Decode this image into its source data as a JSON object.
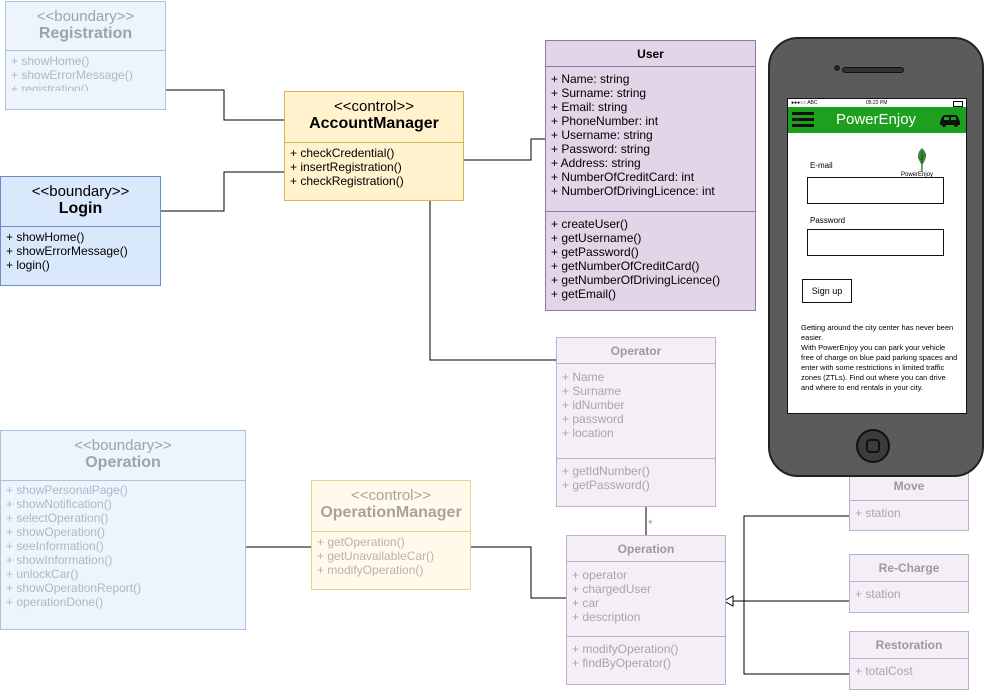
{
  "registration": {
    "stereotype": "<<boundary>>",
    "name": "Registration",
    "methods": [
      "+ showHome()",
      "+ showErrorMessage()",
      "+ registration()"
    ]
  },
  "login": {
    "stereotype": "<<boundary>>",
    "name": "Login",
    "methods": [
      "+ showHome()",
      "+ showErrorMessage()",
      "+ login()"
    ]
  },
  "account_manager": {
    "stereotype": "<<control>>",
    "name": "AccountManager",
    "methods": [
      "+ checkCredential()",
      "+ insertRegistration()",
      "+ checkRegistration()"
    ]
  },
  "user": {
    "name": "User",
    "attributes": [
      "+ Name: string",
      "+ Surname: string",
      "+ Email: string",
      "+ PhoneNumber: int",
      "+ Username: string",
      "+ Password: string",
      "+ Address: string",
      "+ NumberOfCreditCard: int",
      "+ NumberOfDrivingLicence: int"
    ],
    "methods": [
      "+ createUser()",
      "+ getUsername()",
      "+ getPassword()",
      "+ getNumberOfCreditCard()",
      "+ getNumberOfDrivingLicence()",
      "+ getEmail()"
    ]
  },
  "operator": {
    "name": "Operator",
    "attributes": [
      "+ Name",
      "+ Surname",
      "+ idNumber",
      "+ password",
      "+ location"
    ],
    "methods": [
      "+ getIdNumber()",
      "+ getPassword()"
    ]
  },
  "operation_boundary": {
    "stereotype": "<<boundary>>",
    "name": "Operation",
    "methods": [
      "+ showPersonalPage()",
      "+ showNotification()",
      "+ selectOperation()",
      "+ showOperation()",
      "+ seeInformation()",
      "+ showInformation()",
      "+ unlockCar()",
      "+ showOperationReport()",
      "+ operationDone()"
    ]
  },
  "operation_manager": {
    "stereotype": "<<control>>",
    "name": "OperationManager",
    "methods": [
      "+ getOperation()",
      "+ getUnavailableCar()",
      "+ modifyOperation()"
    ]
  },
  "operation_entity": {
    "name": "Operation",
    "attributes": [
      "+ operator",
      "+ chargedUser",
      "+ car",
      "+ description"
    ],
    "methods": [
      "+ modifyOperation()",
      "+ findByOperator()"
    ]
  },
  "move": {
    "name": "Move",
    "attributes": [
      "+ station"
    ]
  },
  "recharge": {
    "name": "Re-Charge",
    "attributes": [
      "+ station"
    ]
  },
  "restoration": {
    "name": "Restoration",
    "attributes": [
      "+ totalCost"
    ]
  },
  "multiplicity": "*",
  "phone": {
    "carrier": "●●●○○ ABC",
    "time": "05:22 PM",
    "app_title": "PowerEnjoy",
    "brand": "PowerEnjoy",
    "email_label": "E-mail",
    "password_label": "Password",
    "signup_label": "Sign up",
    "description": "Getting around the city center has never been easier.\nWith PowerEnjoy you can park your vehicle free of charge on blue paid parking spaces and enter with some restrictions in limited traffic zones (ZTLs). Find out where you can drive and where to end rentals in your city."
  },
  "colors": {
    "boundary": "#dae8fc",
    "control": "#fff2cc",
    "entity": "#e1d5e7",
    "app_bar": "#1ea01e"
  }
}
